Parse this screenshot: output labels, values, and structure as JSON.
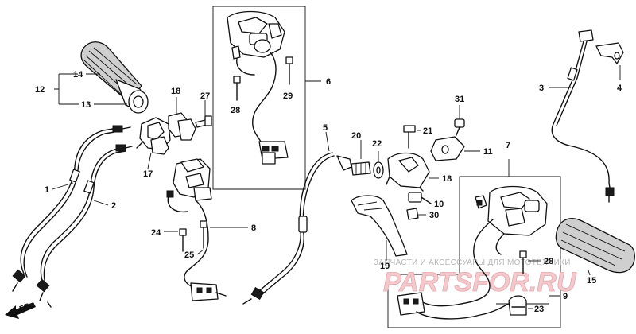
{
  "callouts": {
    "c1": "1",
    "c2": "2",
    "c3": "3",
    "c4": "4",
    "c5": "5",
    "c6": "6",
    "c7": "7",
    "c8": "8",
    "c9": "9",
    "c10": "10",
    "c11": "11",
    "c12": "12",
    "c13": "13",
    "c14": "14",
    "c15": "15",
    "c17": "17",
    "c18a": "18",
    "c18b": "18",
    "c19": "19",
    "c20": "20",
    "c21": "21",
    "c22": "22",
    "c23": "23",
    "c24": "24",
    "c25": "25",
    "c27": "27",
    "c28a": "28",
    "c28b": "28",
    "c29": "29",
    "c30": "30",
    "c31": "31"
  },
  "direction_label": "FR.",
  "watermark": {
    "text": "ЗАПЧАСТИ И АКСЕССУАРЫ ДЛЯ МОТОТЕХНИКИ",
    "logo": "PARTSFOR.RU"
  },
  "colors": {
    "line": "#111111",
    "watermark_text": "#b8b8b8",
    "watermark_logo": "#e7a7ad"
  }
}
